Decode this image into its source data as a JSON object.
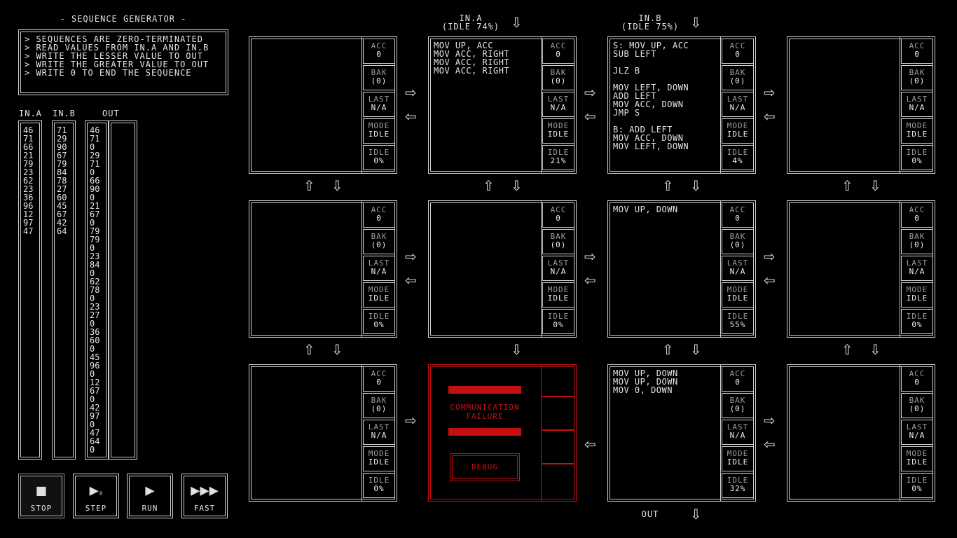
{
  "puzzle": {
    "title": "- SEQUENCE GENERATOR -",
    "description": [
      "> SEQUENCES ARE ZERO-TERMINATED",
      "> READ VALUES FROM IN.A AND IN.B",
      "> WRITE THE LESSER VALUE TO OUT",
      "> WRITE THE GREATER VALUE TO OUT",
      "> WRITE 0 TO END THE SEQUENCE"
    ]
  },
  "streams": {
    "in_a": {
      "label": "IN.A",
      "values": [
        "46",
        "71",
        "66",
        "21",
        "79",
        "23",
        "62",
        "23",
        "36",
        "96",
        "12",
        "97",
        "47"
      ]
    },
    "in_b": {
      "label": "IN.B",
      "values": [
        "71",
        "29",
        "90",
        "67",
        "79",
        "84",
        "78",
        "27",
        "60",
        "45",
        "67",
        "42",
        "64"
      ]
    },
    "out": {
      "label": "OUT",
      "values": [
        "46",
        "71",
        "0",
        "29",
        "71",
        "0",
        "66",
        "90",
        "0",
        "21",
        "67",
        "0",
        "79",
        "79",
        "0",
        "23",
        "84",
        "0",
        "62",
        "78",
        "0",
        "23",
        "27",
        "0",
        "36",
        "60",
        "0",
        "45",
        "96",
        "0",
        "12",
        "67",
        "0",
        "42",
        "97",
        "0",
        "47",
        "64",
        "0"
      ]
    }
  },
  "controls": {
    "stop": "STOP",
    "step": "STEP",
    "run": "RUN",
    "fast": "FAST"
  },
  "io": {
    "in_a_label": "IN.A",
    "in_a_idle": "(IDLE 74%)",
    "in_b_label": "IN.B",
    "in_b_idle": "(IDLE 75%)",
    "out_label": "OUT"
  },
  "register_labels": {
    "acc": "ACC",
    "bak": "BAK",
    "last": "LAST",
    "mode": "MODE",
    "idle": "IDLE"
  },
  "nodes": [
    {
      "code": "",
      "acc": "0",
      "bak": "(0)",
      "last": "N/A",
      "mode": "IDLE",
      "idle": "0%"
    },
    {
      "code": "MOV UP, ACC\nMOV ACC, RIGHT\nMOV ACC, RIGHT\nMOV ACC, RIGHT",
      "acc": "0",
      "bak": "(0)",
      "last": "N/A",
      "mode": "IDLE",
      "idle": "21%"
    },
    {
      "code": "S: MOV UP, ACC\nSUB LEFT\n\nJLZ B\n\nMOV LEFT, DOWN\nADD LEFT\nMOV ACC, DOWN\nJMP S\n\nB: ADD LEFT\nMOV ACC, DOWN\nMOV LEFT, DOWN",
      "acc": "0",
      "bak": "(0)",
      "last": "N/A",
      "mode": "IDLE",
      "idle": "4%"
    },
    {
      "code": "",
      "acc": "0",
      "bak": "(0)",
      "last": "N/A",
      "mode": "IDLE",
      "idle": "0%"
    },
    {
      "code": "",
      "acc": "0",
      "bak": "(0)",
      "last": "N/A",
      "mode": "IDLE",
      "idle": "0%"
    },
    {
      "code": "",
      "acc": "0",
      "bak": "(0)",
      "last": "N/A",
      "mode": "IDLE",
      "idle": "0%"
    },
    {
      "code": "MOV UP, DOWN",
      "acc": "0",
      "bak": "(0)",
      "last": "N/A",
      "mode": "IDLE",
      "idle": "55%"
    },
    {
      "code": "",
      "acc": "0",
      "bak": "(0)",
      "last": "N/A",
      "mode": "IDLE",
      "idle": "0%"
    },
    {
      "code": "",
      "acc": "0",
      "bak": "(0)",
      "last": "N/A",
      "mode": "IDLE",
      "idle": "0%"
    },
    {
      "failure": "COMMUNICATION\nFAILURE",
      "debug": "DEBUG"
    },
    {
      "code": "MOV UP, DOWN\nMOV UP, DOWN\nMOV 0, DOWN",
      "acc": "0",
      "bak": "(0)",
      "last": "N/A",
      "mode": "IDLE",
      "idle": "32%"
    },
    {
      "code": "",
      "acc": "0",
      "bak": "(0)",
      "last": "N/A",
      "mode": "IDLE",
      "idle": "0%"
    }
  ],
  "colors": {
    "error": "#c41010",
    "border": "#cfcfcf",
    "background": "#000000"
  }
}
